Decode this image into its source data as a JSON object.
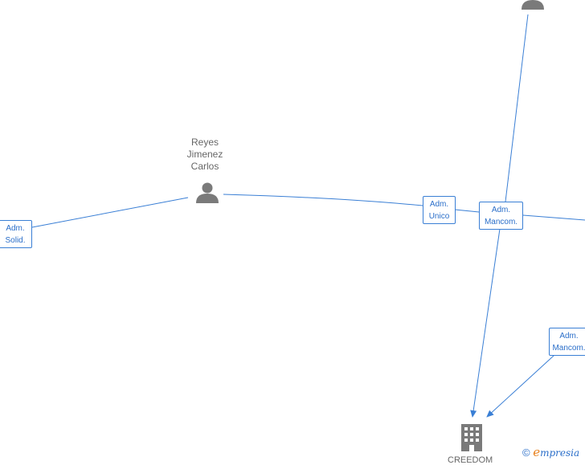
{
  "nodes": {
    "person_main": {
      "name_lines": [
        "Reyes",
        "Jimenez",
        "Carlos"
      ]
    },
    "company": {
      "name": "CREEDOM"
    }
  },
  "relations": {
    "solid": [
      "Adm.",
      "Solid."
    ],
    "unico": [
      "Adm.",
      "Unico"
    ],
    "mancom_center": [
      "Adm.",
      "Mancom."
    ],
    "mancom_right": [
      "Adm.",
      "Mancom."
    ]
  },
  "brand": {
    "copyright": "©",
    "initial": "e",
    "rest": "mpresia"
  },
  "colors": {
    "edge": "#3a7fd5",
    "node": "#7a7a7a",
    "label": "#666666"
  }
}
